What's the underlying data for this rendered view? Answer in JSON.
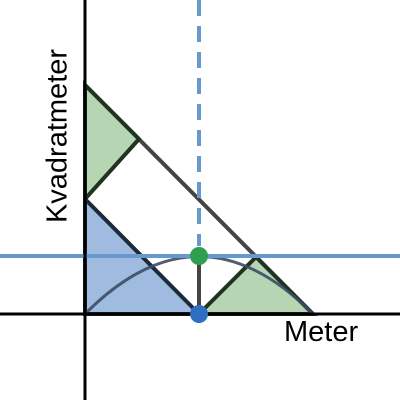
{
  "labels": {
    "x_axis": "Meter",
    "y_axis": "Kvadratmeter"
  },
  "colors": {
    "axis": "#000000",
    "guide_line": "#6699cc",
    "green_fill": "#9cc79a",
    "green_stroke": "#1f3320",
    "blue_fill": "#7fa6d6",
    "blue_stroke": "#1c2a3a",
    "outline": "#444444",
    "curve": "#3b4d66",
    "point_green": "#2e9e4f",
    "point_blue": "#2f6fbf"
  },
  "points": [
    {
      "name": "green-point",
      "color": "green"
    },
    {
      "name": "blue-point",
      "color": "blue"
    }
  ]
}
